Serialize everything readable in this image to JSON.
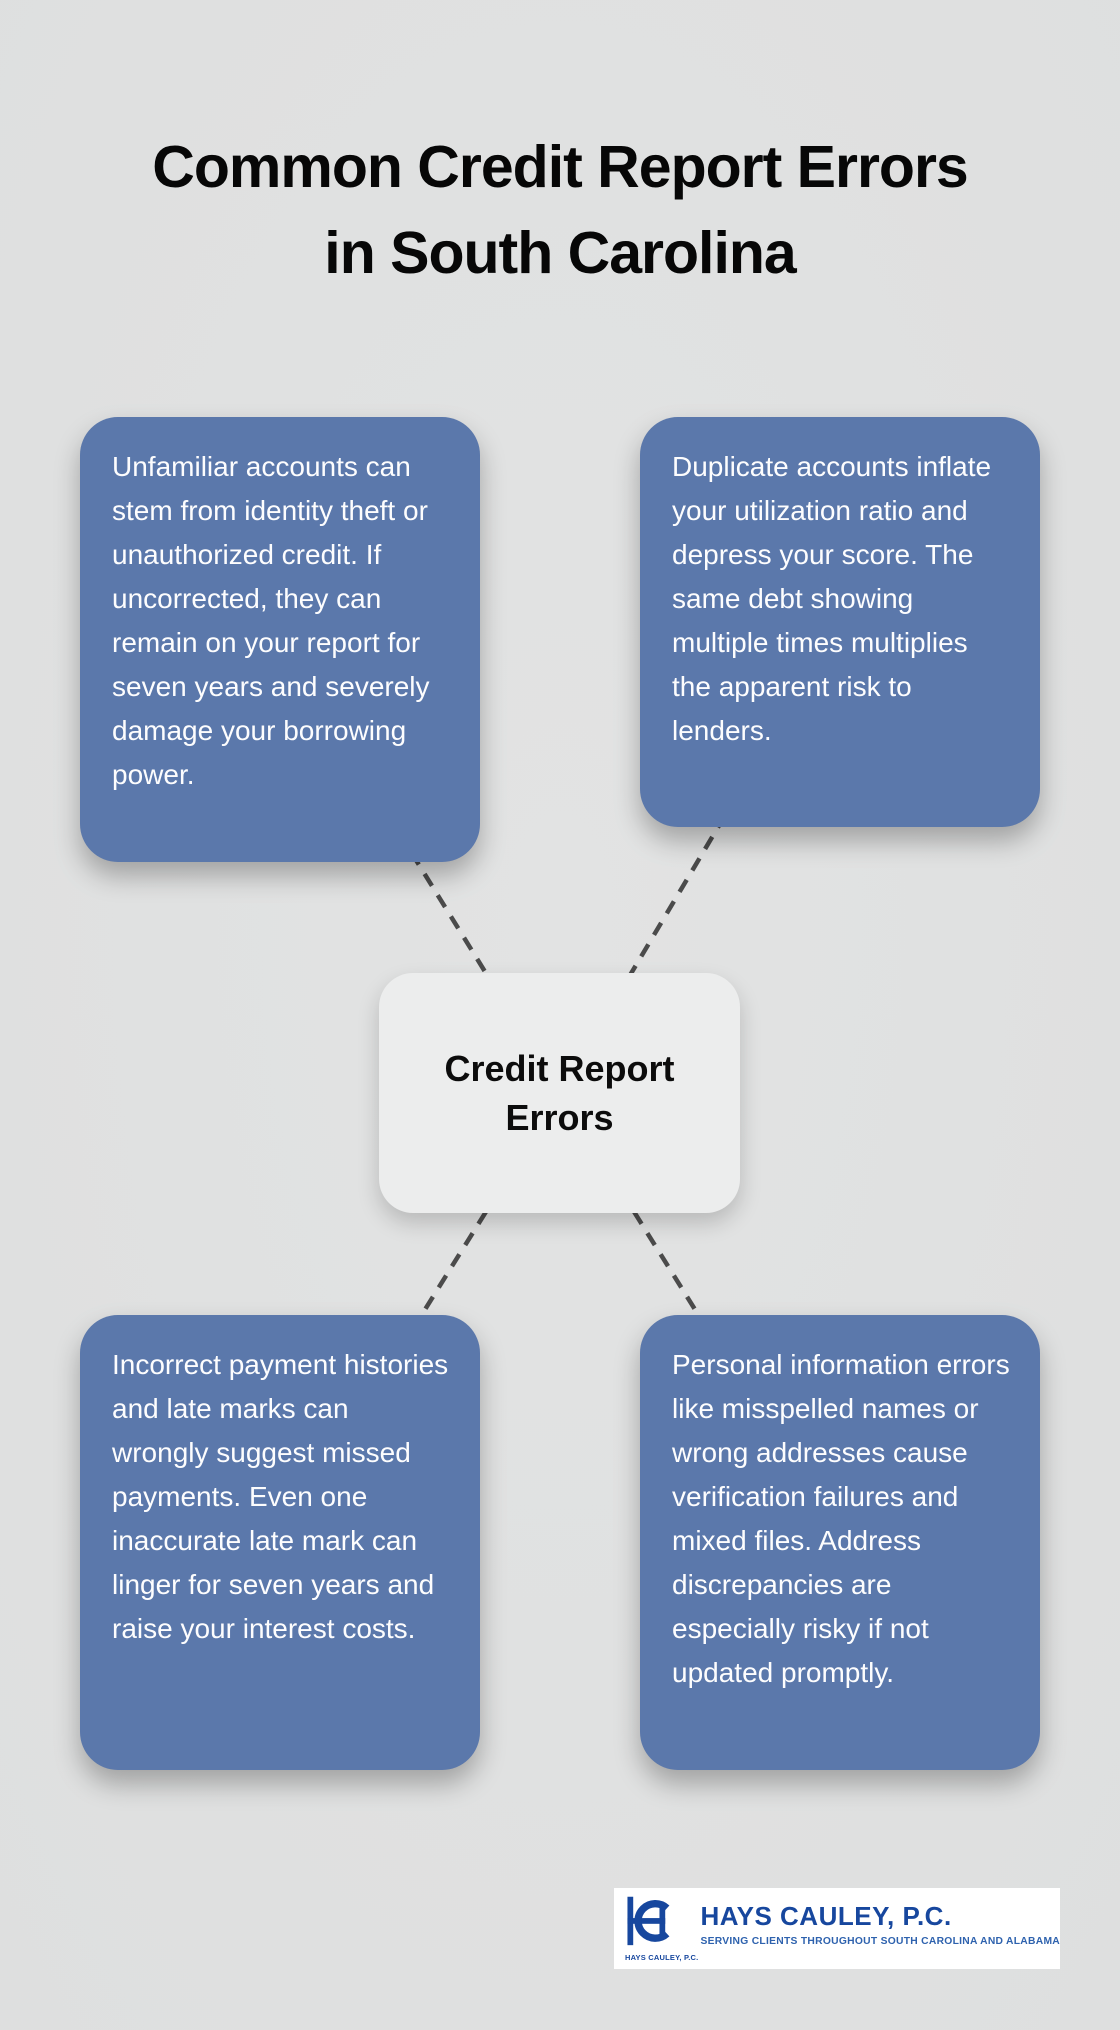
{
  "title": {
    "line1": "Common Credit Report Errors",
    "line2": "in South Carolina"
  },
  "center_node": {
    "label": "Credit Report Errors"
  },
  "cards": [
    {
      "name": "unfamiliar-accounts",
      "position": "top-left",
      "text": "Unfamiliar accounts can stem from identity theft or unauthorized credit. If uncorrected, they can remain on your report for seven years and severely damage your borrowing power."
    },
    {
      "name": "duplicate-accounts",
      "position": "top-right",
      "text": "Duplicate accounts inflate your utilization ratio and depress your score. The same debt showing multiple times multiplies the apparent risk to lenders."
    },
    {
      "name": "incorrect-payment-histories",
      "position": "bottom-left",
      "text": "Incorrect payment histories and late marks can wrongly suggest missed payments. Even one inaccurate late mark can linger for seven years and raise your interest costs."
    },
    {
      "name": "personal-information-errors",
      "position": "bottom-right",
      "text": "Personal information errors like misspelled names or wrong addresses cause verification failures and mixed files. Address discrepancies are especially risky if not updated promptly."
    }
  ],
  "footer_logo": {
    "monogram_icon": "hc-monogram",
    "monogram_caption": "HAYS CAULEY, P.C.",
    "firm_name": "HAYS CAULEY, P.C.",
    "tagline": "SERVING CLIENTS THROUGHOUT SOUTH CAROLINA AND ALABAMA"
  },
  "colors": {
    "background": "#e2e3e3",
    "card_blue": "#5b78ab",
    "card_text": "#fdfdfe",
    "center_node_bg": "#eceded",
    "title_text": "#070707",
    "connector_gray": "#4b4b4b",
    "brand_blue": "#17479e",
    "tagline_blue": "#2e62ae"
  }
}
